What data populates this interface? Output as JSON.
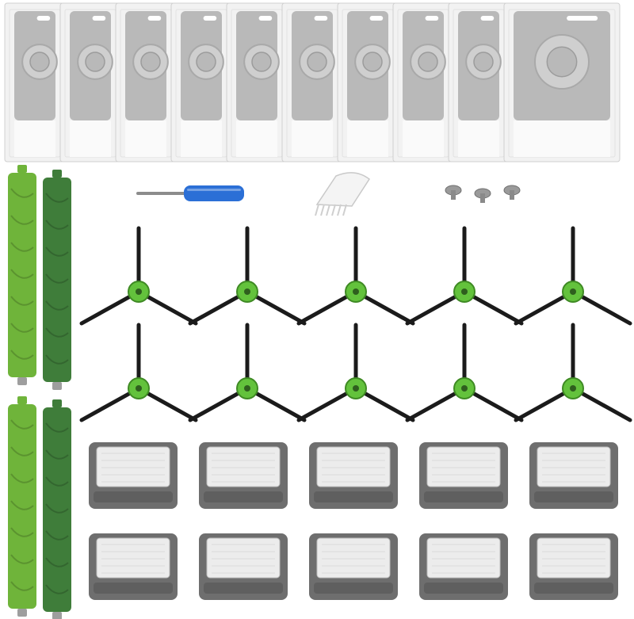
{
  "colors": {
    "background": "#ffffff",
    "bag_fabric": "#f2f2f2",
    "bag_card": "#b9b9b9",
    "roller_light_green": "#6fb43a",
    "roller_dark_green": "#3f7d3a",
    "brush_hub_green": "#63c23c",
    "brush_arm": "#1b1b1b",
    "filter_frame": "#6e6e6e",
    "filter_media": "#ececec",
    "screwdriver_handle": "#2b6fd6",
    "screw_metal": "#9a9a9a"
  },
  "items": {
    "dust_bags": {
      "count": 10,
      "icon": "dust-bag-icon"
    },
    "rollers": {
      "count": 4,
      "icon": "rubber-roller-icon"
    },
    "side_brushes": {
      "count": 10,
      "icon": "side-brush-icon"
    },
    "filters": {
      "count": 10,
      "icon": "hepa-filter-icon"
    },
    "screws": {
      "count": 3,
      "icon": "screw-icon"
    },
    "screwdriver": {
      "count": 1,
      "icon": "screwdriver-icon"
    },
    "cleaning_tool": {
      "count": 1,
      "icon": "cleaning-brush-icon"
    }
  }
}
